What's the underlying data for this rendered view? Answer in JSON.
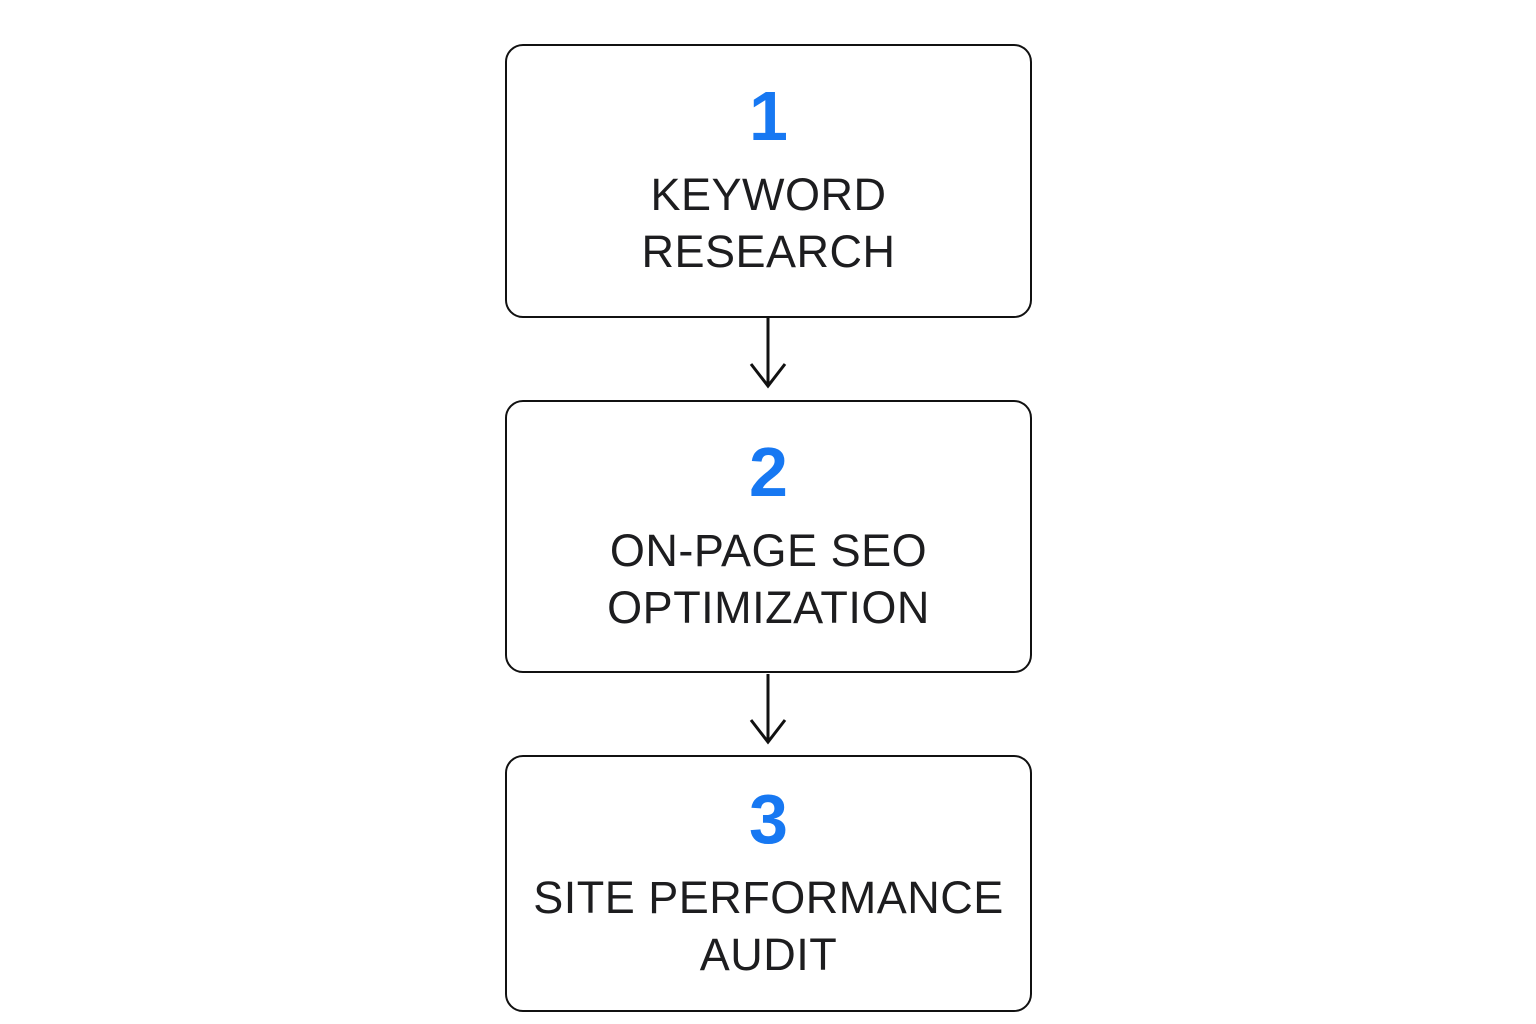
{
  "diagram": {
    "type": "flowchart",
    "direction": "top-down",
    "colors": {
      "accent": "#1778F2",
      "text": "#1D1D1F",
      "border": "#111111",
      "background": "#FFFFFF"
    },
    "steps": [
      {
        "number": "1",
        "label": "KEYWORD\nRESEARCH"
      },
      {
        "number": "2",
        "label": "ON-PAGE SEO\nOPTIMIZATION"
      },
      {
        "number": "3",
        "label": "SITE PERFORMANCE\nAUDIT"
      }
    ],
    "connectors": [
      {
        "from": "1",
        "to": "2",
        "style": "arrow-down"
      },
      {
        "from": "2",
        "to": "3",
        "style": "arrow-down"
      }
    ]
  }
}
